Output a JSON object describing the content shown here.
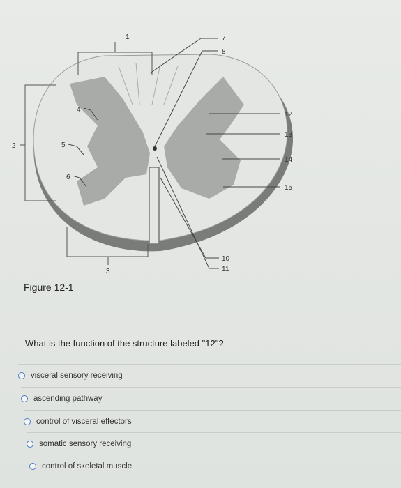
{
  "figure": {
    "caption": "Figure 12-1",
    "labels": [
      "1",
      "2",
      "3",
      "4",
      "5",
      "6",
      "7",
      "8",
      "10",
      "11",
      "12",
      "13",
      "14",
      "15"
    ]
  },
  "question": "What is the function of the structure labeled \"12\"?",
  "options": [
    "visceral sensory receiving",
    "ascending pathway",
    "control of visceral effectors",
    "somatic sensory receiving",
    "control of skeletal muscle"
  ]
}
